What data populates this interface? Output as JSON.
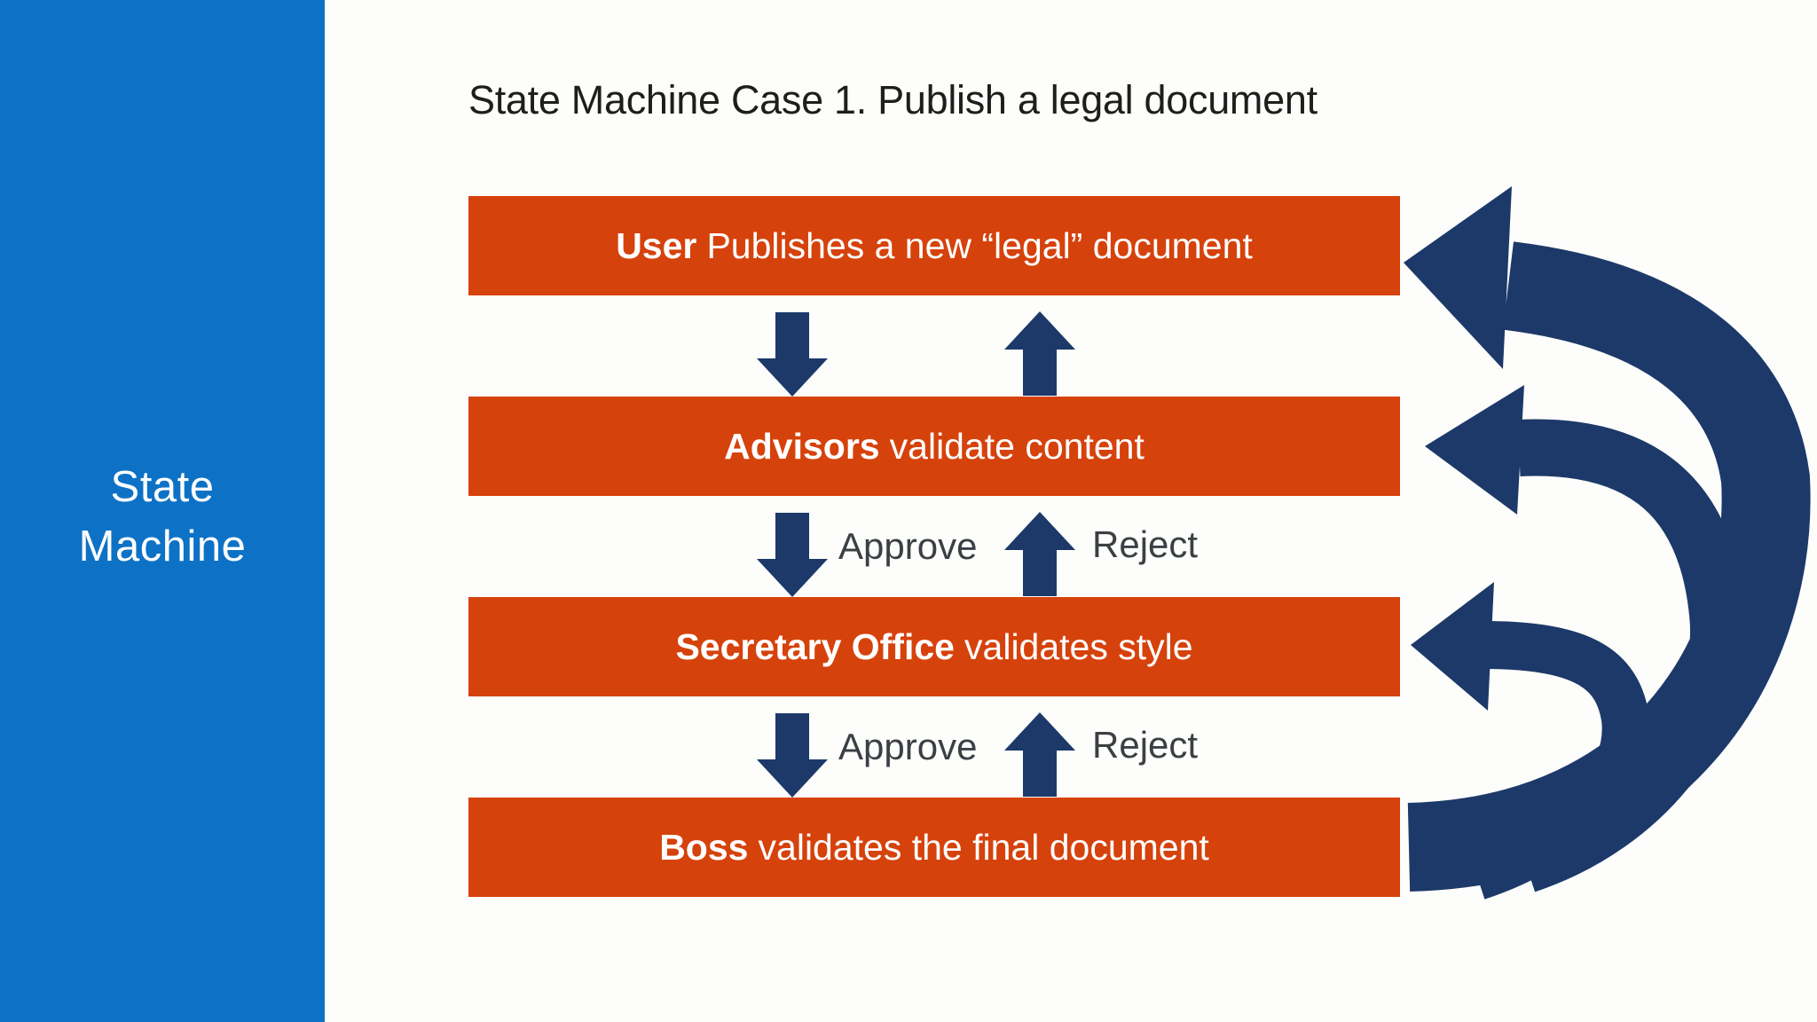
{
  "colors": {
    "sidebar-blue": "#0D72C6",
    "bar-orange": "#D6420B",
    "arrow-navy": "#1C3969",
    "title-text": "#1E1E1C",
    "label-gray": "#3B4045",
    "bar-text": "#FFFFFF",
    "background": "#FDFDFB"
  },
  "sidebar": {
    "line1": "State",
    "line2": "Machine"
  },
  "title": "State Machine Case 1. Publish a legal document",
  "diagram": {
    "states": [
      {
        "actor": "User",
        "action": "Publishes a new “legal” document"
      },
      {
        "actor": "Advisors",
        "action": "validate content"
      },
      {
        "actor": "Secretary Office",
        "action": "validates style"
      },
      {
        "actor": "Boss",
        "action": "validates the final document"
      }
    ],
    "transitions": [
      {
        "from": "User",
        "to": "Advisors"
      },
      {
        "from": "Advisors",
        "to": "Secretary Office",
        "approve_label": "Approve",
        "reject_label": "Reject"
      },
      {
        "from": "Secretary Office",
        "to": "Boss",
        "approve_label": "Approve",
        "reject_label": "Reject"
      }
    ],
    "return_arrows": [
      {
        "from": "Boss",
        "to": "User"
      },
      {
        "from": "Boss",
        "to": "Advisors"
      },
      {
        "from": "Boss",
        "to": "Secretary Office"
      }
    ]
  }
}
